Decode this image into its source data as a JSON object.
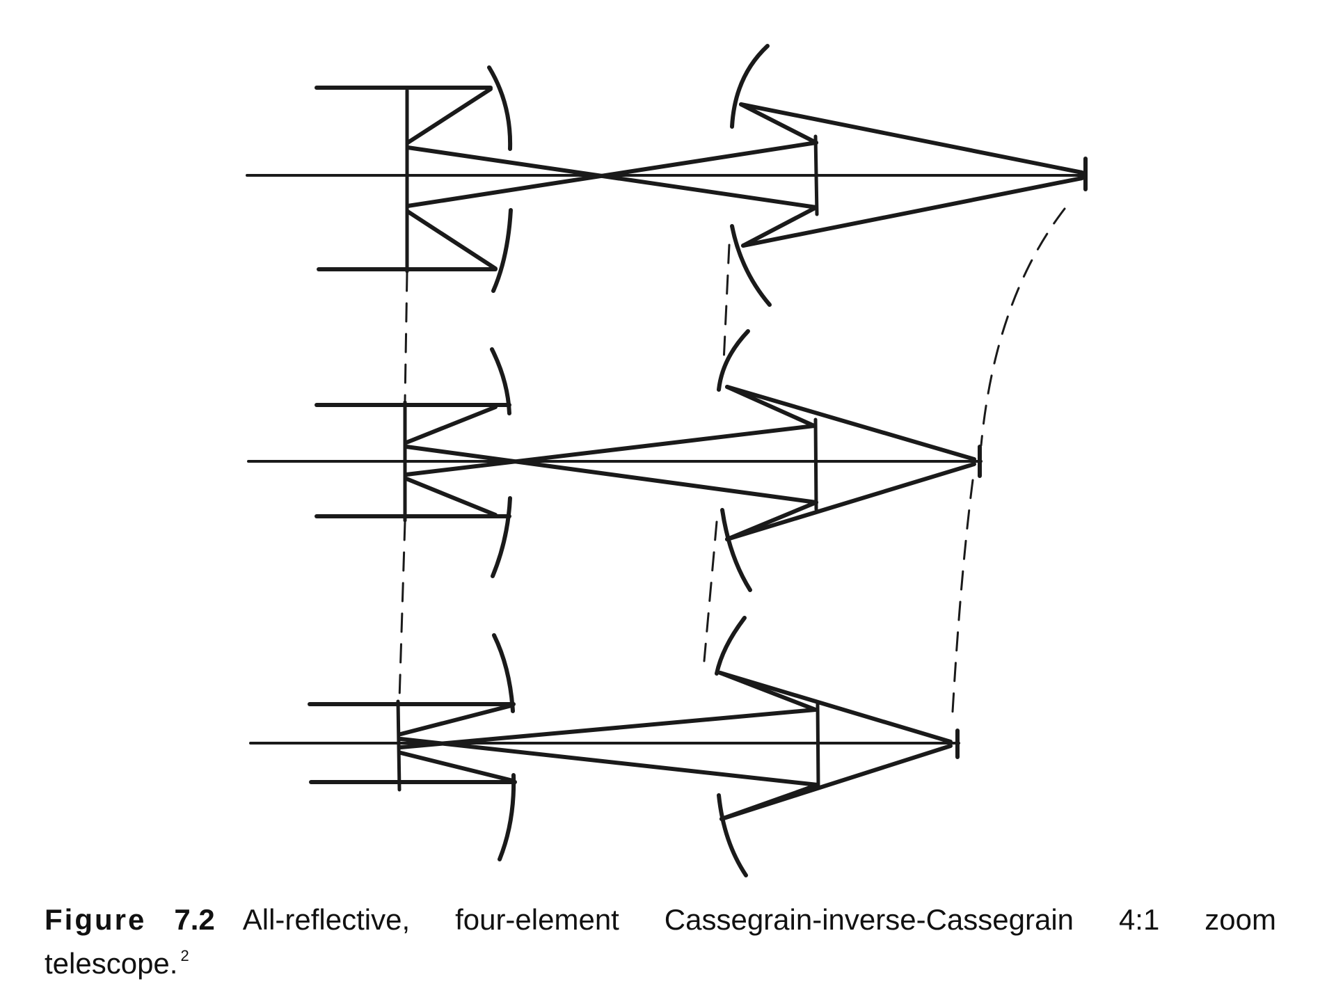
{
  "figure": {
    "label": "Figure",
    "number": "7.2",
    "caption_words": [
      "All-reflective,",
      "four-element",
      "Cassegrain-inverse-Cassegrain",
      "4:1",
      "zoom"
    ],
    "caption_line2": "telescope.",
    "footnote": "2"
  },
  "diagram": {
    "configurations": 3,
    "elements_per_configuration": 4,
    "zoom_ratio": "4:1",
    "stroke_color": "#1a1a1a"
  }
}
